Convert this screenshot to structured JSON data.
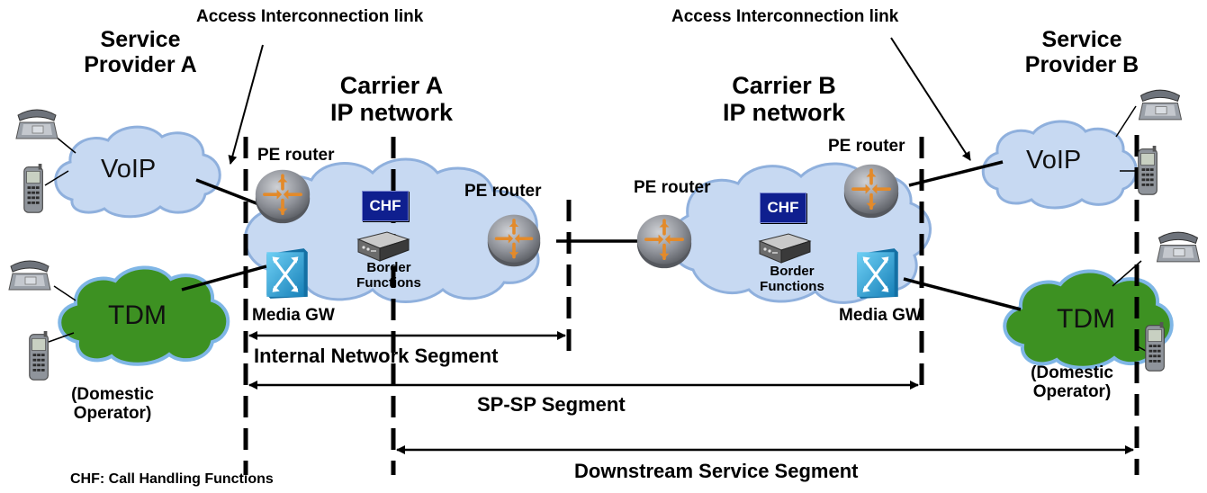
{
  "labels": {
    "access_link_left": "Access Interconnection link",
    "access_link_right": "Access Interconnection link",
    "sp_a": "Service\nProvider A",
    "sp_b": "Service\nProvider B",
    "carrier_a": "Carrier A\nIP network",
    "carrier_b": "Carrier B\nIP network",
    "pe_router_1": "PE router",
    "pe_router_2": "PE router",
    "pe_router_3": "PE router",
    "pe_router_4": "PE router",
    "chf_a": "CHF",
    "chf_b": "CHF",
    "border_a": "Border\nFunctions",
    "border_b": "Border\nFunctions",
    "media_gw_a": "Media GW",
    "media_gw_b": "Media GW",
    "voip_a": "VoIP",
    "voip_b": "VoIP",
    "tdm_a": "TDM",
    "tdm_b": "TDM",
    "domestic_a": "(Domestic\nOperator)",
    "domestic_b": "(Domestic\nOperator)",
    "seg_internal": "Internal Network Segment",
    "seg_spsp": "SP-SP Segment",
    "seg_downstream": "Downstream Service Segment",
    "chf_legend": "CHF: Call Handling Functions"
  },
  "colors": {
    "ip_cloud": "#c7d9f2",
    "ip_cloud_edge": "#8fb0dd",
    "tdm_cloud": "#3d9122",
    "tdm_cloud_edge": "#7fb6e6",
    "router": "#8e9198",
    "router_arrow": "#e38a2a",
    "switch": "#2aa0d8",
    "chf": "#0f1f8f"
  },
  "icons": [
    "phone-icon",
    "mobile-phone-icon",
    "router-icon",
    "switch-icon",
    "server-box-icon",
    "cloud-icon"
  ]
}
